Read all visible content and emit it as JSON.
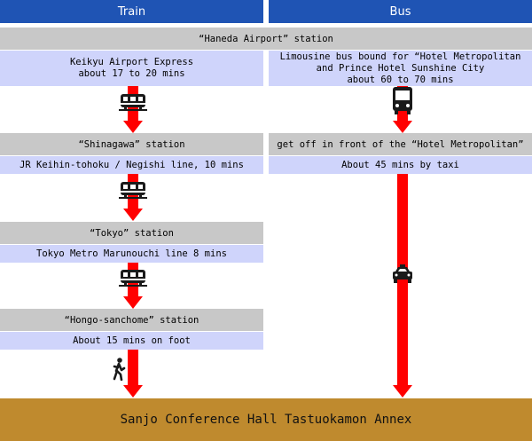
{
  "headers": {
    "train": "Train",
    "bus": "Bus"
  },
  "train": {
    "station1": "“Haneda Airport” station",
    "route1_line1": "Keikyu Airport Express",
    "route1_line2": "about 17 to 20 mins",
    "station2": "“Shinagawa” station",
    "route2": "JR Keihin-tohoku / Negishi line, 10 mins",
    "station3": "“Tokyo” station",
    "route3": "Tokyo Metro Marunouchi line 8 mins",
    "station4": "“Hongo-sanchome” station",
    "route4": "About 15 mins on foot"
  },
  "bus": {
    "route1_line1": "Limousine bus bound for “Hotel Metropolitan",
    "route1_line2": "and Prince Hotel Sunshine City",
    "route1_line3": "about 60 to 70 mins",
    "stop": "get off in front of the “Hotel Metropolitan”",
    "taxi": "About 45 mins by taxi"
  },
  "destination": "Sanjo Conference Hall Tastuokamon Annex",
  "colors": {
    "header": "#1f54b4",
    "station": "#c8c8c8",
    "route": "#cfd4fb",
    "arrow": "#ff0000",
    "destination": "#bf8a2e"
  },
  "icons": {
    "train": "train-icon",
    "bus": "bus-icon",
    "taxi": "taxi-icon",
    "walk": "walking-person-icon"
  }
}
